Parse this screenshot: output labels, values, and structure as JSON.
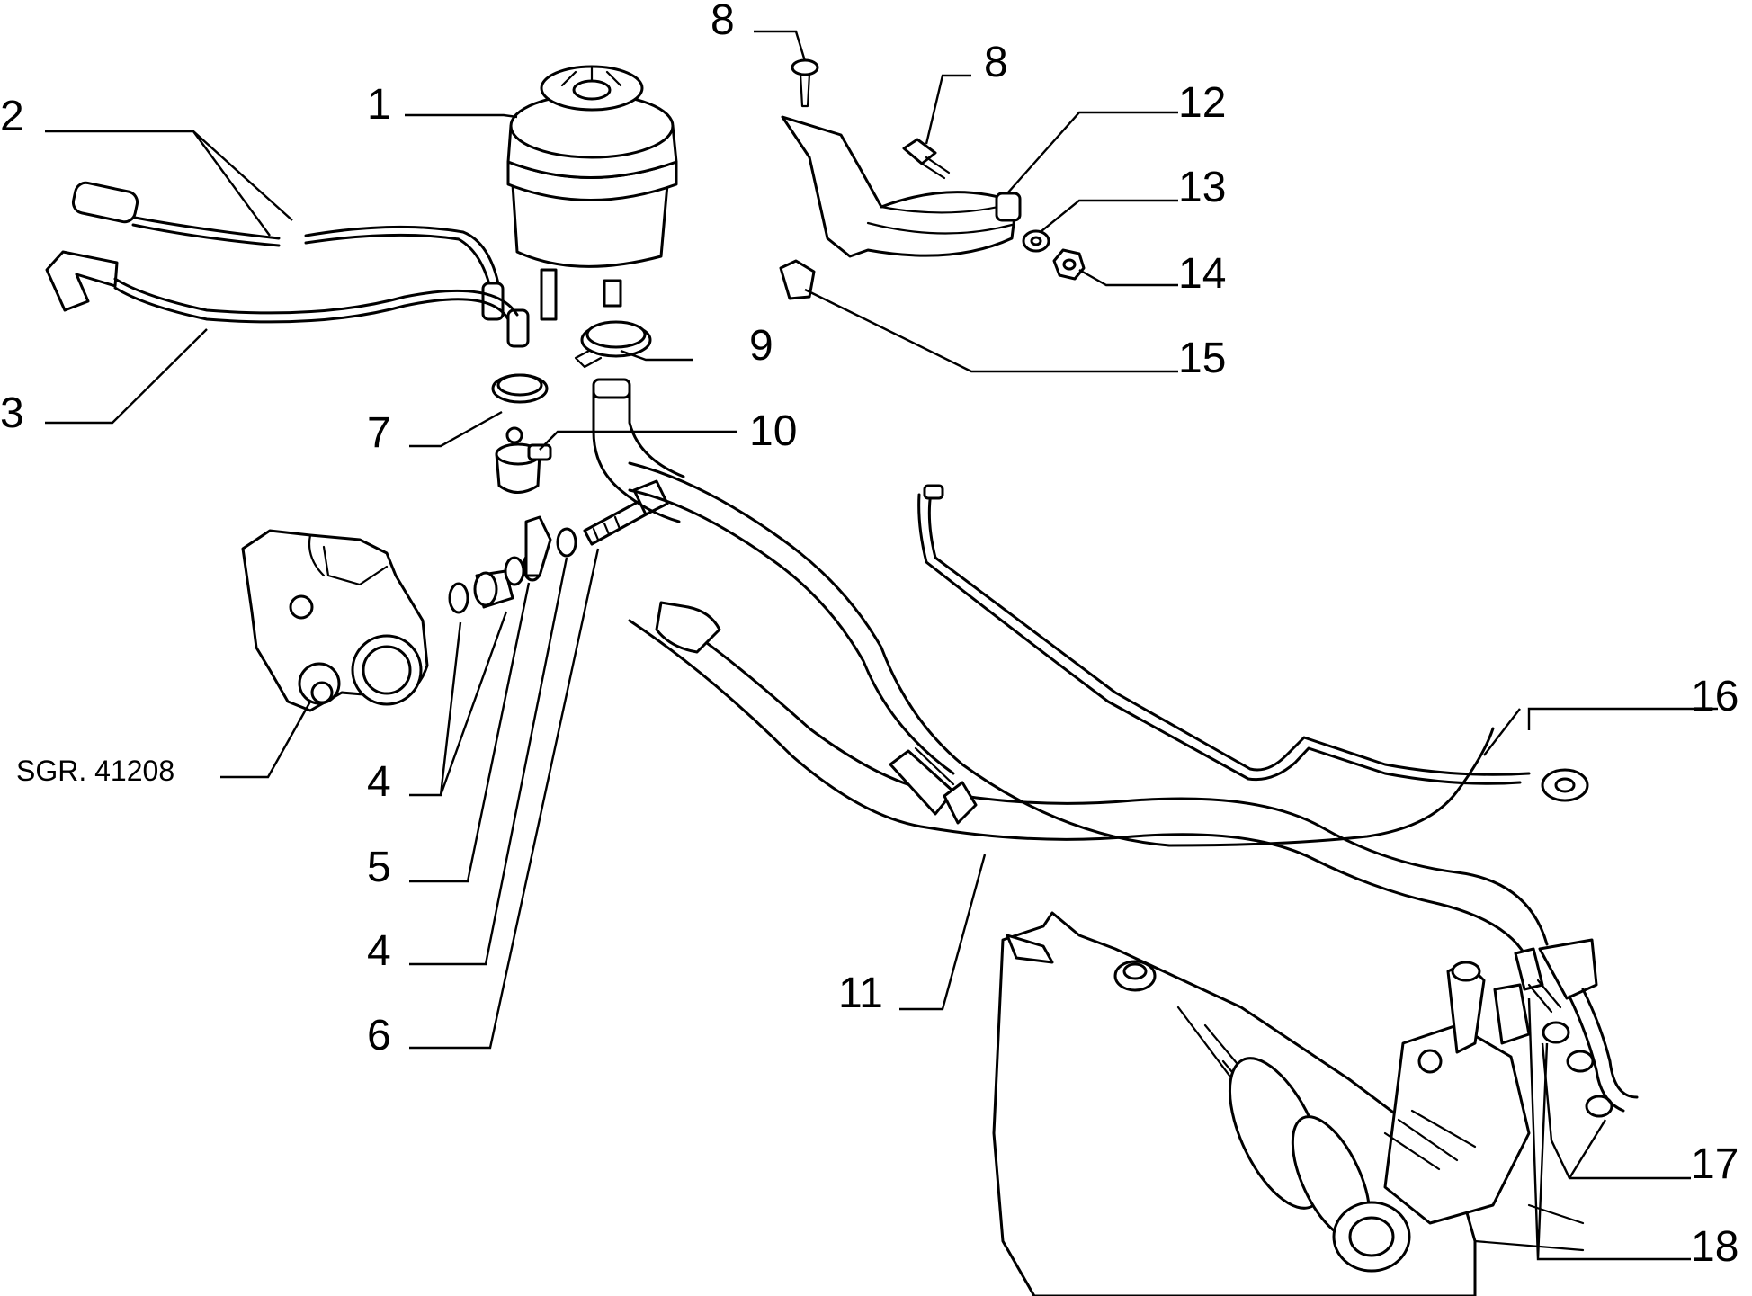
{
  "diagram": {
    "callouts": [
      {
        "id": "c1",
        "label": "1"
      },
      {
        "id": "c2",
        "label": "2"
      },
      {
        "id": "c3",
        "label": "3"
      },
      {
        "id": "c4a",
        "label": "4"
      },
      {
        "id": "c5",
        "label": "5"
      },
      {
        "id": "c4b",
        "label": "4"
      },
      {
        "id": "c6",
        "label": "6"
      },
      {
        "id": "c7",
        "label": "7"
      },
      {
        "id": "c8a",
        "label": "8"
      },
      {
        "id": "c8b",
        "label": "8"
      },
      {
        "id": "c9",
        "label": "9"
      },
      {
        "id": "c10",
        "label": "10"
      },
      {
        "id": "c11",
        "label": "11"
      },
      {
        "id": "c12",
        "label": "12"
      },
      {
        "id": "c13",
        "label": "13"
      },
      {
        "id": "c14",
        "label": "14"
      },
      {
        "id": "c15",
        "label": "15"
      },
      {
        "id": "c16",
        "label": "16"
      },
      {
        "id": "c17",
        "label": "17"
      },
      {
        "id": "c18",
        "label": "18"
      }
    ],
    "reference_label": "SGR. 41208"
  }
}
